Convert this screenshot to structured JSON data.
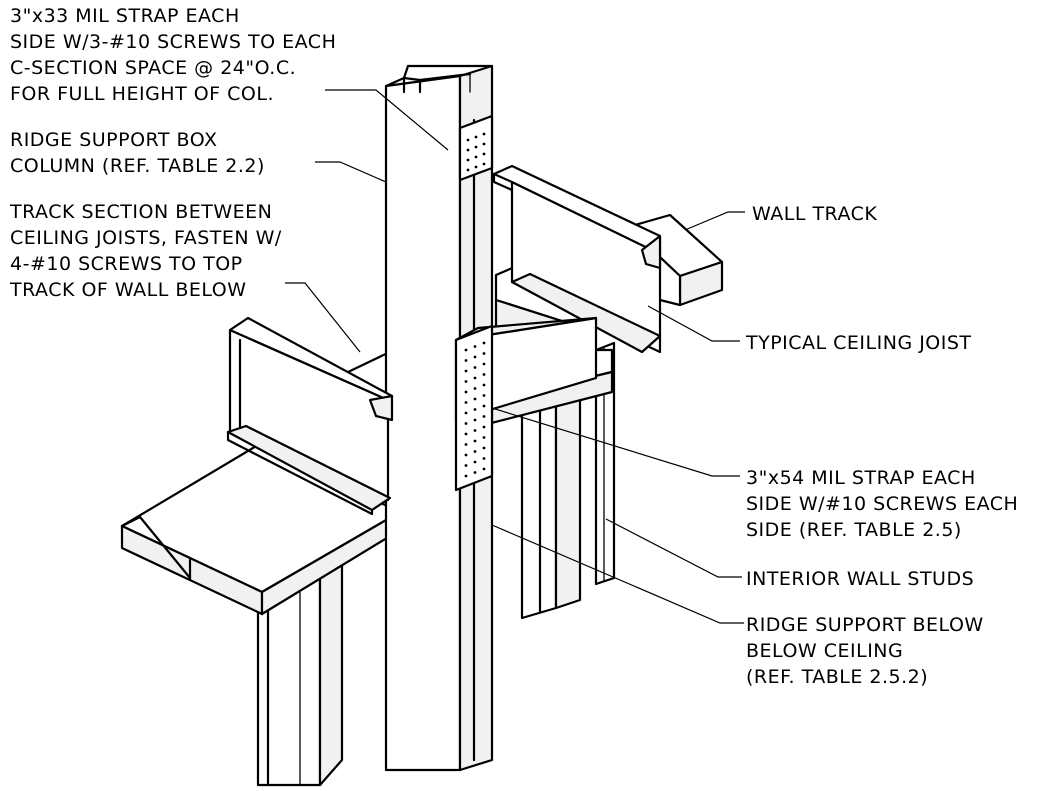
{
  "callouts": {
    "strap_33_mil": {
      "lines": [
        "3\"x33 MIL STRAP EACH",
        "SIDE W/3-#10 SCREWS TO EACH",
        "C-SECTION SPACE @ 24\"O.C.",
        "FOR FULL HEIGHT OF COL."
      ]
    },
    "ridge_support_box_column": {
      "lines": [
        "RIDGE SUPPORT BOX",
        "COLUMN (REF. TABLE 2.2)"
      ]
    },
    "track_section": {
      "lines": [
        "TRACK SECTION BETWEEN",
        "CEILING JOISTS, FASTEN W/",
        "4-#10 SCREWS TO TOP",
        "TRACK OF WALL BELOW"
      ]
    },
    "wall_track": {
      "lines": [
        "WALL TRACK"
      ]
    },
    "typical_ceiling_joist": {
      "lines": [
        "TYPICAL CEILING JOIST"
      ]
    },
    "strap_54_mil": {
      "lines": [
        "3\"x54 MIL STRAP EACH",
        "SIDE W/#10 SCREWS EACH",
        "SIDE (REF. TABLE 2.5)"
      ]
    },
    "interior_wall_studs": {
      "lines": [
        "INTERIOR WALL STUDS"
      ]
    },
    "ridge_support_below": {
      "lines": [
        "RIDGE SUPPORT BELOW",
        "BELOW CEILING",
        "(REF. TABLE 2.5.2)"
      ]
    }
  },
  "colors": {
    "line": "#000000",
    "background": "#ffffff"
  }
}
